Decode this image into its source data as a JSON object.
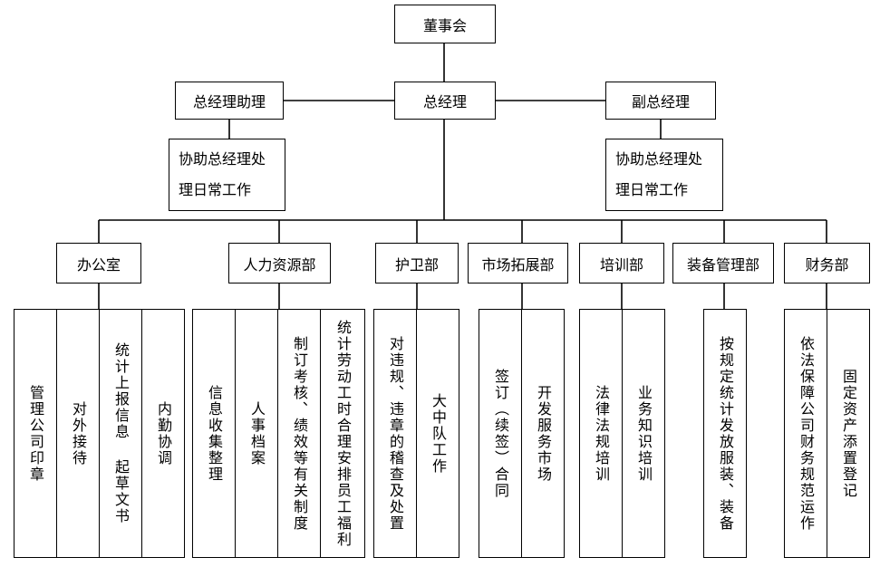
{
  "top": {
    "board": "董事会",
    "gm": "总经理",
    "gm_assistant": "总经理助理",
    "deputy_gm": "副总经理"
  },
  "assist_notes": {
    "left_line1": "协助总经理处",
    "left_line2": "理日常工作",
    "right_line1": "协助总经理处",
    "right_line2": "理日常工作"
  },
  "departments": [
    {
      "name": "办公室",
      "duties": [
        "管理公司印章",
        "对外接待",
        "统计上报信息 起草文书",
        "内勤协调"
      ]
    },
    {
      "name": "人力资源部",
      "duties": [
        "信息收集整理",
        "人事档案",
        "制订考核、绩效等有关制度",
        "统计劳动工时合理安排员工福利"
      ]
    },
    {
      "name": "护卫部",
      "duties": [
        "对违规、违章的稽查及处置",
        "大中队工作"
      ]
    },
    {
      "name": "市场拓展部",
      "duties": [
        "签订（续签）合同",
        "开发服务市场"
      ]
    },
    {
      "name": "培训部",
      "duties": [
        "法律法规培训",
        "业务知识培训"
      ]
    },
    {
      "name": "装备管理部",
      "duties": [
        "按规定统计发放服装、装备"
      ]
    },
    {
      "name": "财务部",
      "duties": [
        "依法保障公司财务规范运作",
        "固定资产添置登记"
      ]
    }
  ]
}
